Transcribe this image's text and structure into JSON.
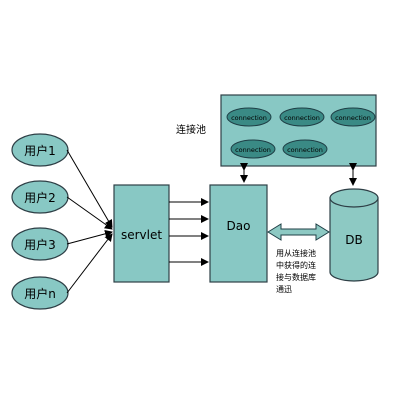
{
  "users": [
    "用户1",
    "用户2",
    "用户3",
    "用户n"
  ],
  "servlet": {
    "label": "servlet"
  },
  "dao": {
    "label": "Dao"
  },
  "db": {
    "label": "DB"
  },
  "pool": {
    "label": "连接池",
    "connections": [
      "connection",
      "connection",
      "connection",
      "connection",
      "connection"
    ]
  },
  "dao_db_note": [
    "用从连接池",
    "中获得的连",
    "接与数据库",
    "通迅"
  ],
  "colors": {
    "teal_fill": "#88c8c4",
    "dark_teal": "#3a8a85",
    "border": "#1f3f46",
    "db_fill": "#8dc9c3"
  }
}
